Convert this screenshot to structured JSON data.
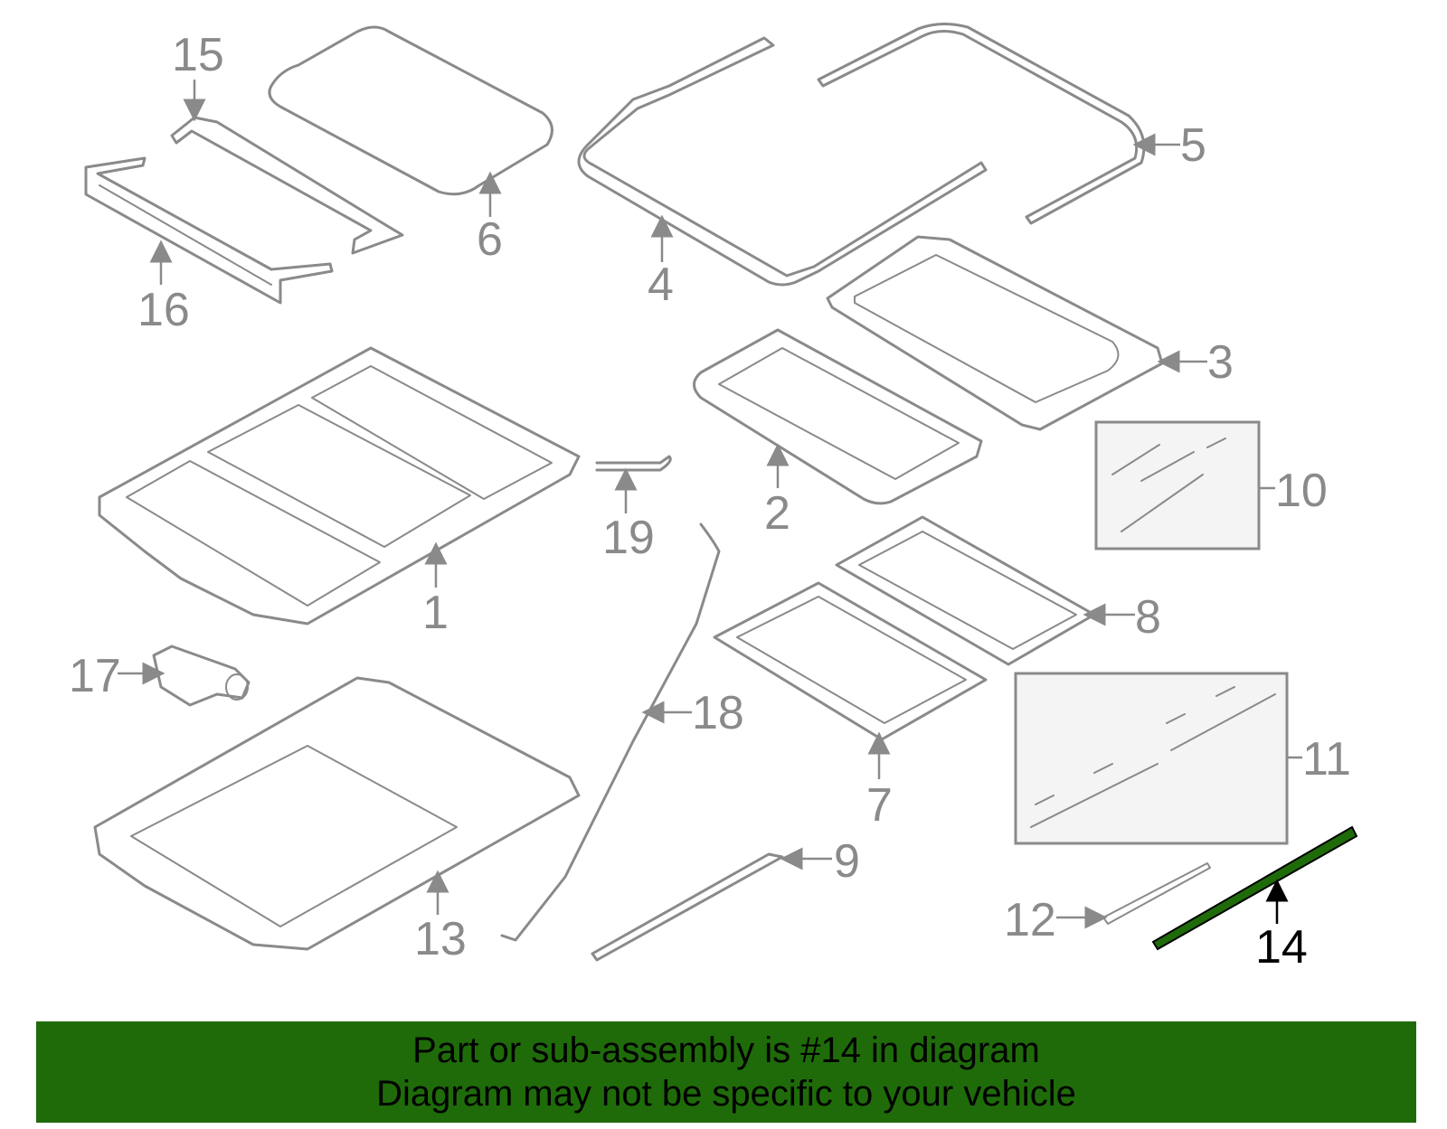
{
  "callouts": {
    "c1": "1",
    "c2": "2",
    "c3": "3",
    "c4": "4",
    "c5": "5",
    "c6": "6",
    "c7": "7",
    "c8": "8",
    "c9": "9",
    "c10": "10",
    "c11": "11",
    "c12": "12",
    "c13": "13",
    "c14": "14",
    "c15": "15",
    "c16": "16",
    "c17": "17",
    "c18": "18",
    "c19": "19"
  },
  "highlight": {
    "part": "14",
    "color": "#1f6b0a"
  },
  "banner": {
    "line1": "Part or sub-assembly is #14 in diagram",
    "line2": "Diagram may not be specific to your vehicle",
    "background": "#1f6b0a"
  }
}
